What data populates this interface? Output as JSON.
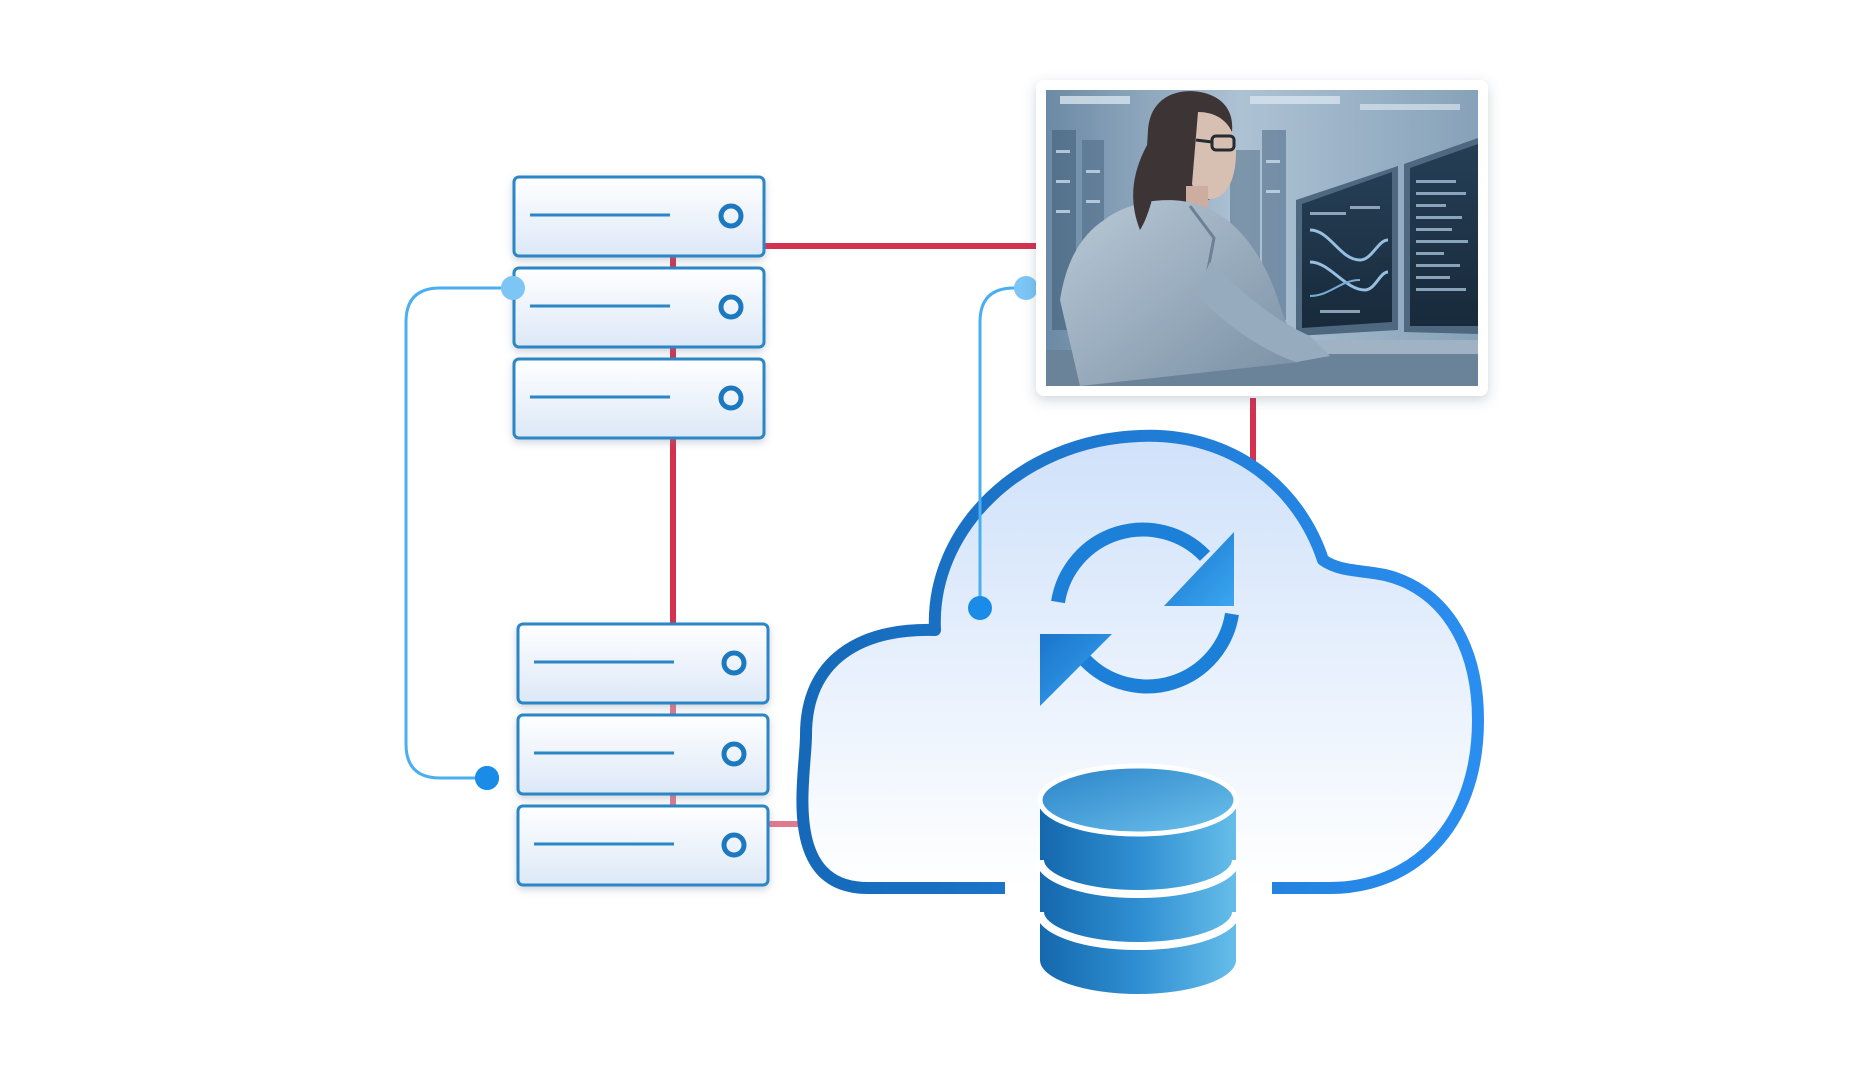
{
  "colors": {
    "background": "#ffffff",
    "link_red": "#d3324e",
    "link_blue": "#4aaef0",
    "node_blue": "#1a8ce8",
    "server_border": "#2a86c4",
    "server_fill_top": "#ffffff",
    "server_fill_bottom": "#dde9f7",
    "cloud_stroke": "#1f7fd8",
    "cloud_fill_top": "#d2e3fa",
    "cloud_fill_bottom": "#ffffff",
    "database_dark": "#1672b8",
    "database_light": "#5fb4e6",
    "sync_arrows": "#1c7fd8",
    "photo_frame": "#ffffff"
  },
  "icons": {
    "server_stack_top": "server-rack-icon",
    "server_stack_bottom": "server-rack-icon",
    "cloud": "cloud-icon",
    "sync": "sync-arrows-icon",
    "database": "database-cylinder-icon",
    "photo": "operator-at-monitors-photo"
  },
  "stacks": {
    "top_units": 3,
    "bottom_units": 3
  }
}
